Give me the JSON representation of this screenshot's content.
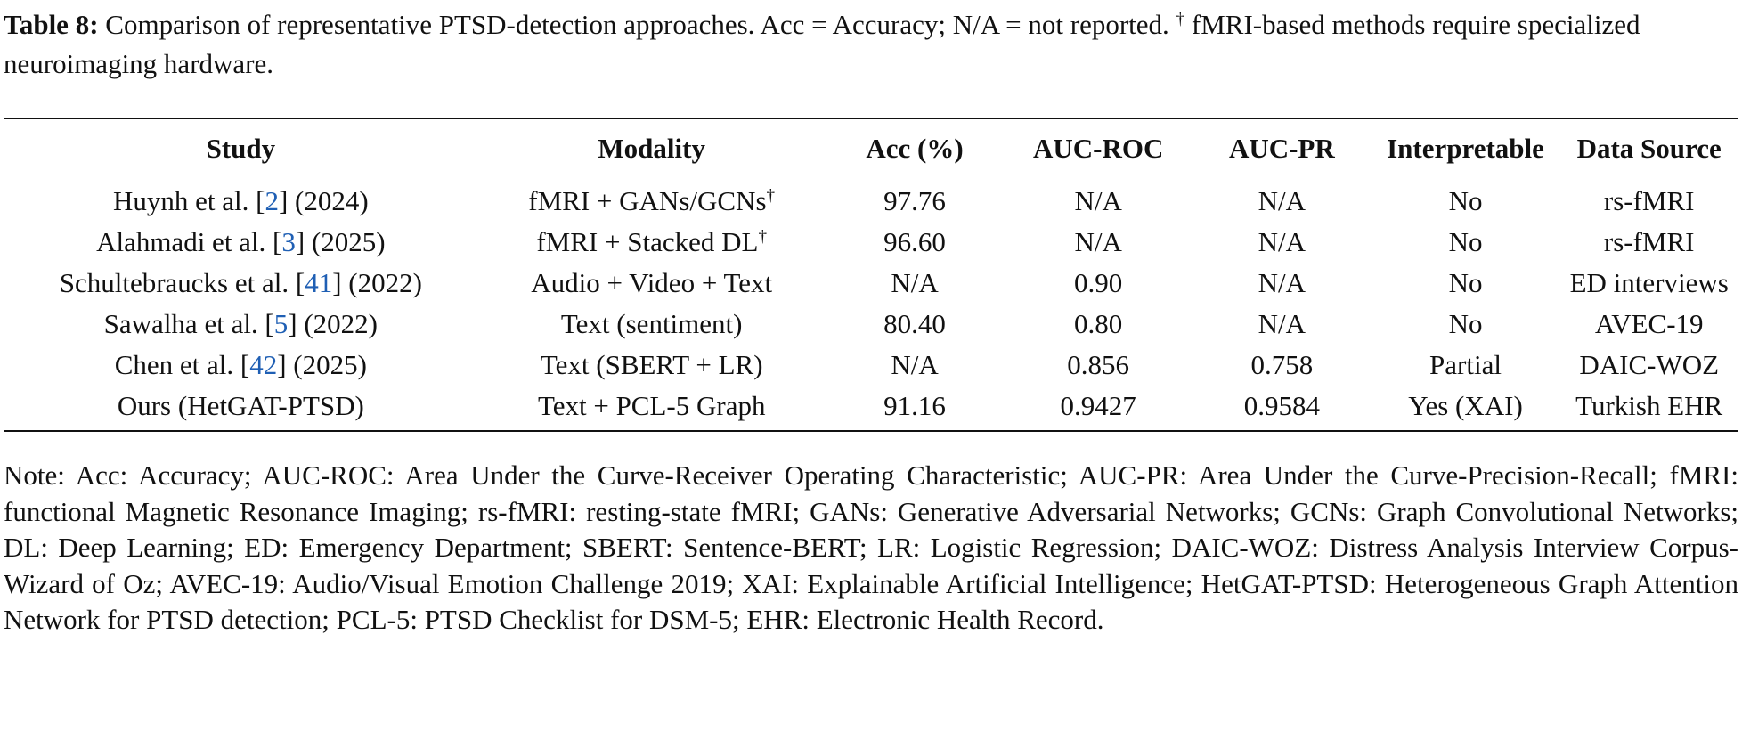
{
  "caption": {
    "label": "Table 8:",
    "text": " Comparison of representative PTSD-detection approaches. Acc = Accuracy; N/A = not reported. ",
    "dagger": "†",
    "text2": " fMRI-based methods require specialized neuroimaging hardware."
  },
  "table": {
    "headers": [
      "Study",
      "Modality",
      "Acc (%)",
      "AUC-ROC",
      "AUC-PR",
      "Interpretable",
      "Data Source"
    ],
    "rows": [
      {
        "study_pre": "Huynh et al. [",
        "ref": "2",
        "study_post": "] (2024)",
        "modality": "fMRI + GANs/GCNs",
        "dagger": "†",
        "acc": "97.76",
        "roc": "N/A",
        "pr": "N/A",
        "interp": "No",
        "source": "rs-fMRI"
      },
      {
        "study_pre": "Alahmadi et al. [",
        "ref": "3",
        "study_post": "] (2025)",
        "modality": "fMRI + Stacked DL",
        "dagger": "†",
        "acc": "96.60",
        "roc": "N/A",
        "pr": "N/A",
        "interp": "No",
        "source": "rs-fMRI"
      },
      {
        "study_pre": "Schultebraucks et al. [",
        "ref": "41",
        "study_post": "] (2022)",
        "modality": "Audio + Video + Text",
        "dagger": "",
        "acc": "N/A",
        "roc": "0.90",
        "pr": "N/A",
        "interp": "No",
        "source": "ED interviews"
      },
      {
        "study_pre": "Sawalha et al. [",
        "ref": "5",
        "study_post": "] (2022)",
        "modality": "Text (sentiment)",
        "dagger": "",
        "acc": "80.40",
        "roc": "0.80",
        "pr": "N/A",
        "interp": "No",
        "source": "AVEC-19"
      },
      {
        "study_pre": "Chen et al. [",
        "ref": "42",
        "study_post": "] (2025)",
        "modality": "Text (SBERT + LR)",
        "dagger": "",
        "acc": "N/A",
        "roc": "0.856",
        "pr": "0.758",
        "interp": "Partial",
        "source": "DAIC-WOZ"
      },
      {
        "study_pre": "Ours (HetGAT-PTSD)",
        "ref": "",
        "study_post": "",
        "modality": "Text + PCL-5 Graph",
        "dagger": "",
        "acc": "91.16",
        "roc": "0.9427",
        "pr": "0.9584",
        "interp": "Yes (XAI)",
        "source": "Turkish EHR"
      }
    ]
  },
  "note": "Note: Acc: Accuracy; AUC-ROC: Area Under the Curve-Receiver Operating Characteristic; AUC-PR: Area Under the Curve-Precision-Recall; fMRI: functional Magnetic Resonance Imaging; rs-fMRI: resting-state fMRI; GANs: Generative Adversarial Networks; GCNs: Graph Convolutional Networks; DL: Deep Learning; ED: Emergency Depart­ment; SBERT: Sentence-BERT; LR: Logistic Regression; DAIC-WOZ: Distress Analysis Interview Corpus-Wizard of Oz; AVEC-19: Audio/Visual Emotion Challenge 2019; XAI: Explainable Artificial Intelligence; HetGAT-PTSD: Heterogeneous Graph Attention Network for PTSD detection; PCL-5: PTSD Checklist for DSM-5; EHR: Electronic Health Record."
}
